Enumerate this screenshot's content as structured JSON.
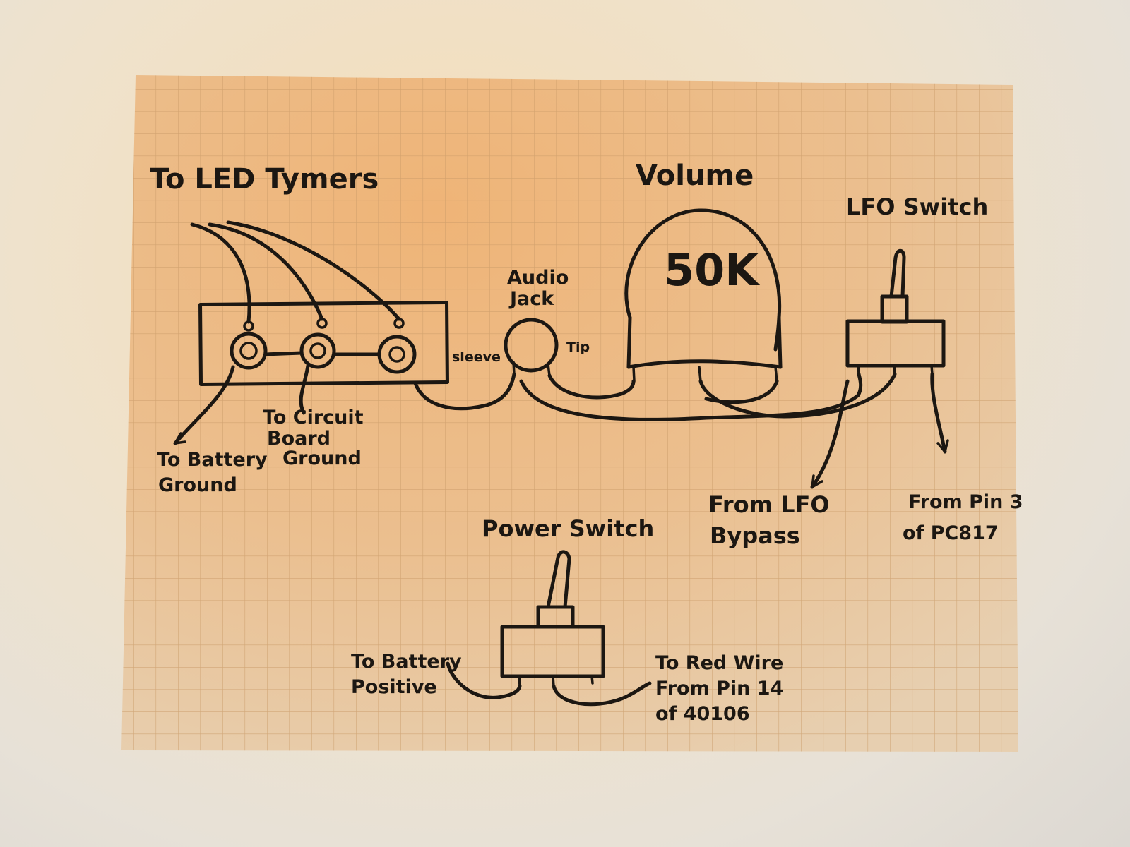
{
  "colors": {
    "paper": "#e8b880",
    "grid": "#c99a68",
    "ink": "#1c1712",
    "background": "#ebe3d5"
  },
  "labels": {
    "led_timers": "To LED Tymers",
    "volume_title": "Volume",
    "volume_value": "50K",
    "lfo_switch": "LFO Switch",
    "audio_jack_line1": "Audio",
    "audio_jack_line2": "Jack",
    "sleeve": "sleeve",
    "tip": "Tip",
    "battery_ground_line1": "To Battery",
    "battery_ground_line2": "Ground",
    "circuit_ground_line1": "To Circuit",
    "circuit_ground_line2": "Board",
    "circuit_ground_line3": "Ground",
    "lfo_bypass_line1": "From LFO",
    "lfo_bypass_line2": "Bypass",
    "pin3_line1": "From Pin 3",
    "pin3_line2": "of PC817",
    "power_switch": "Power Switch",
    "battery_positive_line1": "To Battery",
    "battery_positive_line2": "Positive",
    "red_wire_line1": "To Red Wire",
    "red_wire_line2": "From Pin 14",
    "red_wire_line3": "of 40106"
  },
  "icons": {
    "leds": "led-socket-icon",
    "toggle": "toggle-switch-icon",
    "potentiometer": "potentiometer-icon",
    "jack": "audio-jack-icon"
  }
}
